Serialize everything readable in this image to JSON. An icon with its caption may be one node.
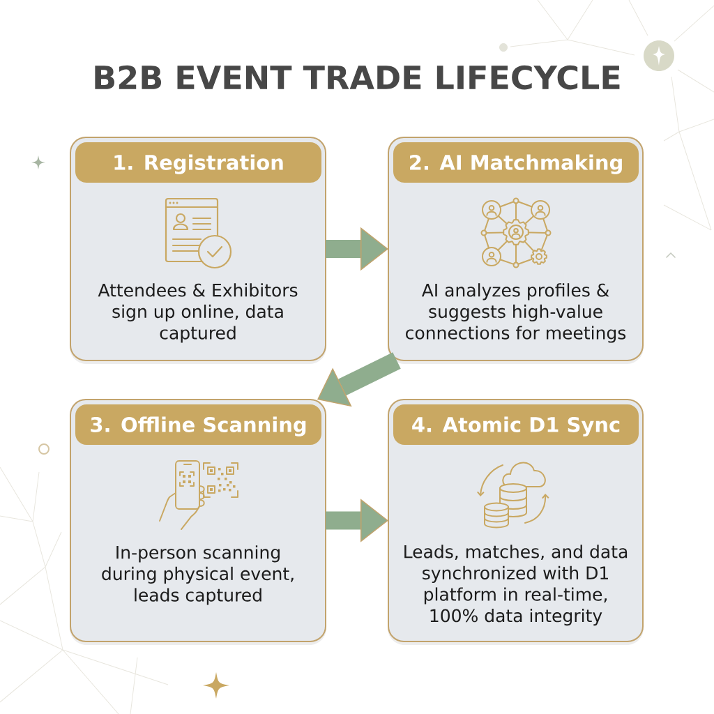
{
  "diagram": {
    "title": "B2B EVENT TRADE LIFECYCLE",
    "nodes": [
      {
        "text": [
          "1. Registration",
          "Attendees & Exhibitors sign up online, data captured"
        ]
      },
      {
        "text": [
          "2. AI Matchmaking",
          "AI analyzes profiles & suggests high-value connections for meetings"
        ]
      },
      {
        "text": [
          "3. Offline Scanning",
          "In-person scanning during physical event, leads captured"
        ]
      },
      {
        "text": [
          "4. Atomic D1 Sync",
          "Leads, matches, and data synchronized with D1 platform in real-time, 100% data integrity"
        ]
      }
    ],
    "edges": [
      {
        "from": 0,
        "to": 1,
        "arrow": "to"
      },
      {
        "from": 1,
        "to": 2,
        "arrow": "to"
      },
      {
        "from": 2,
        "to": 3,
        "arrow": "to"
      }
    ]
  }
}
